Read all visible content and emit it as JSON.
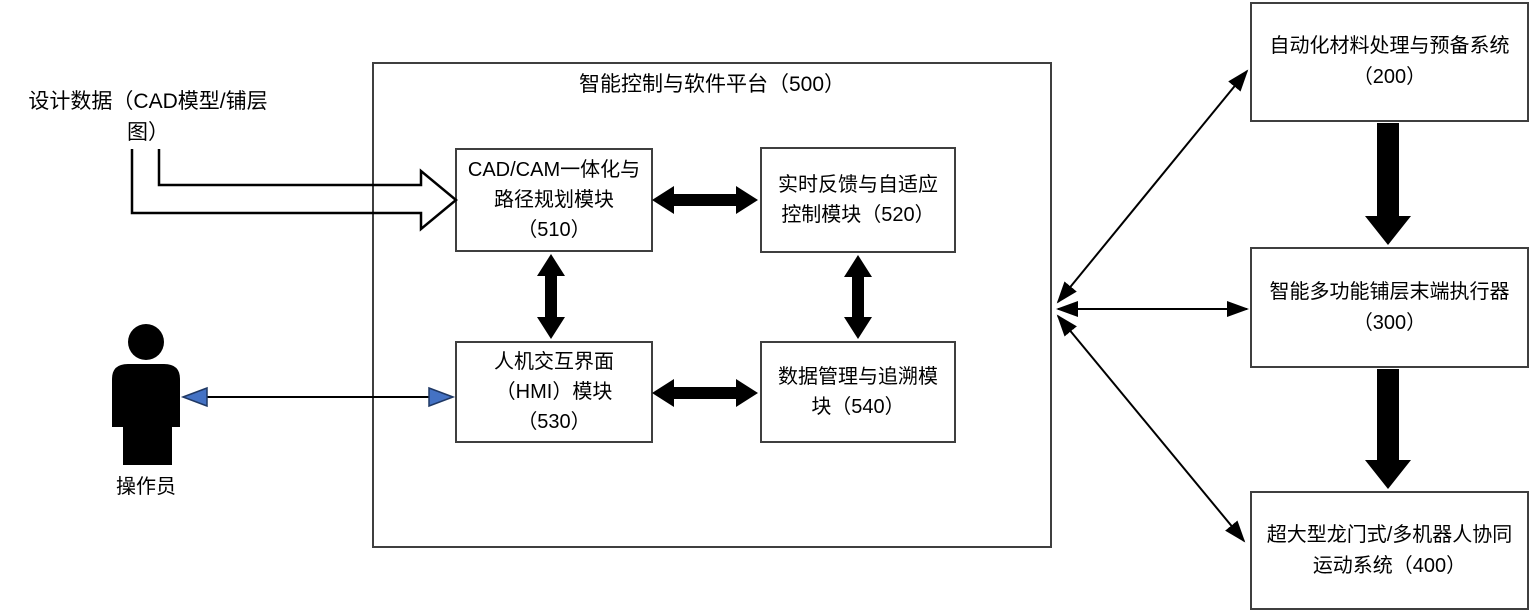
{
  "diagram": {
    "input_label": {
      "lines": [
        "设计数据（CAD模型/铺层",
        "图）"
      ]
    },
    "operator": {
      "label": "操作员"
    },
    "platform": {
      "title": "智能控制与软件平台（500）",
      "modules": [
        {
          "id": "510",
          "lines": [
            "CAD/CAM一体化与",
            "路径规划模块",
            "（510）"
          ]
        },
        {
          "id": "520",
          "lines": [
            "实时反馈与自适应",
            "控制模块（520）"
          ]
        },
        {
          "id": "530",
          "lines": [
            "人机交互界面",
            "（HMI）模块",
            "（530）"
          ]
        },
        {
          "id": "540",
          "lines": [
            "数据管理与追溯模",
            "块（540）"
          ]
        }
      ]
    },
    "subsystems": [
      {
        "id": "200",
        "lines": [
          "自动化材料处理与预备系统",
          "（200）"
        ]
      },
      {
        "id": "300",
        "lines": [
          "智能多功能铺层末端执行器",
          "（300）"
        ]
      },
      {
        "id": "400",
        "lines": [
          "超大型龙门式/多机器人协同",
          "运动系统（400）"
        ]
      }
    ],
    "colors": {
      "line_color": "#000000",
      "box_border": "#3f3f3f",
      "blue_arrow_fill": "#4472c4",
      "blue_arrow_stroke": "#1f3864",
      "background": "#ffffff"
    }
  }
}
